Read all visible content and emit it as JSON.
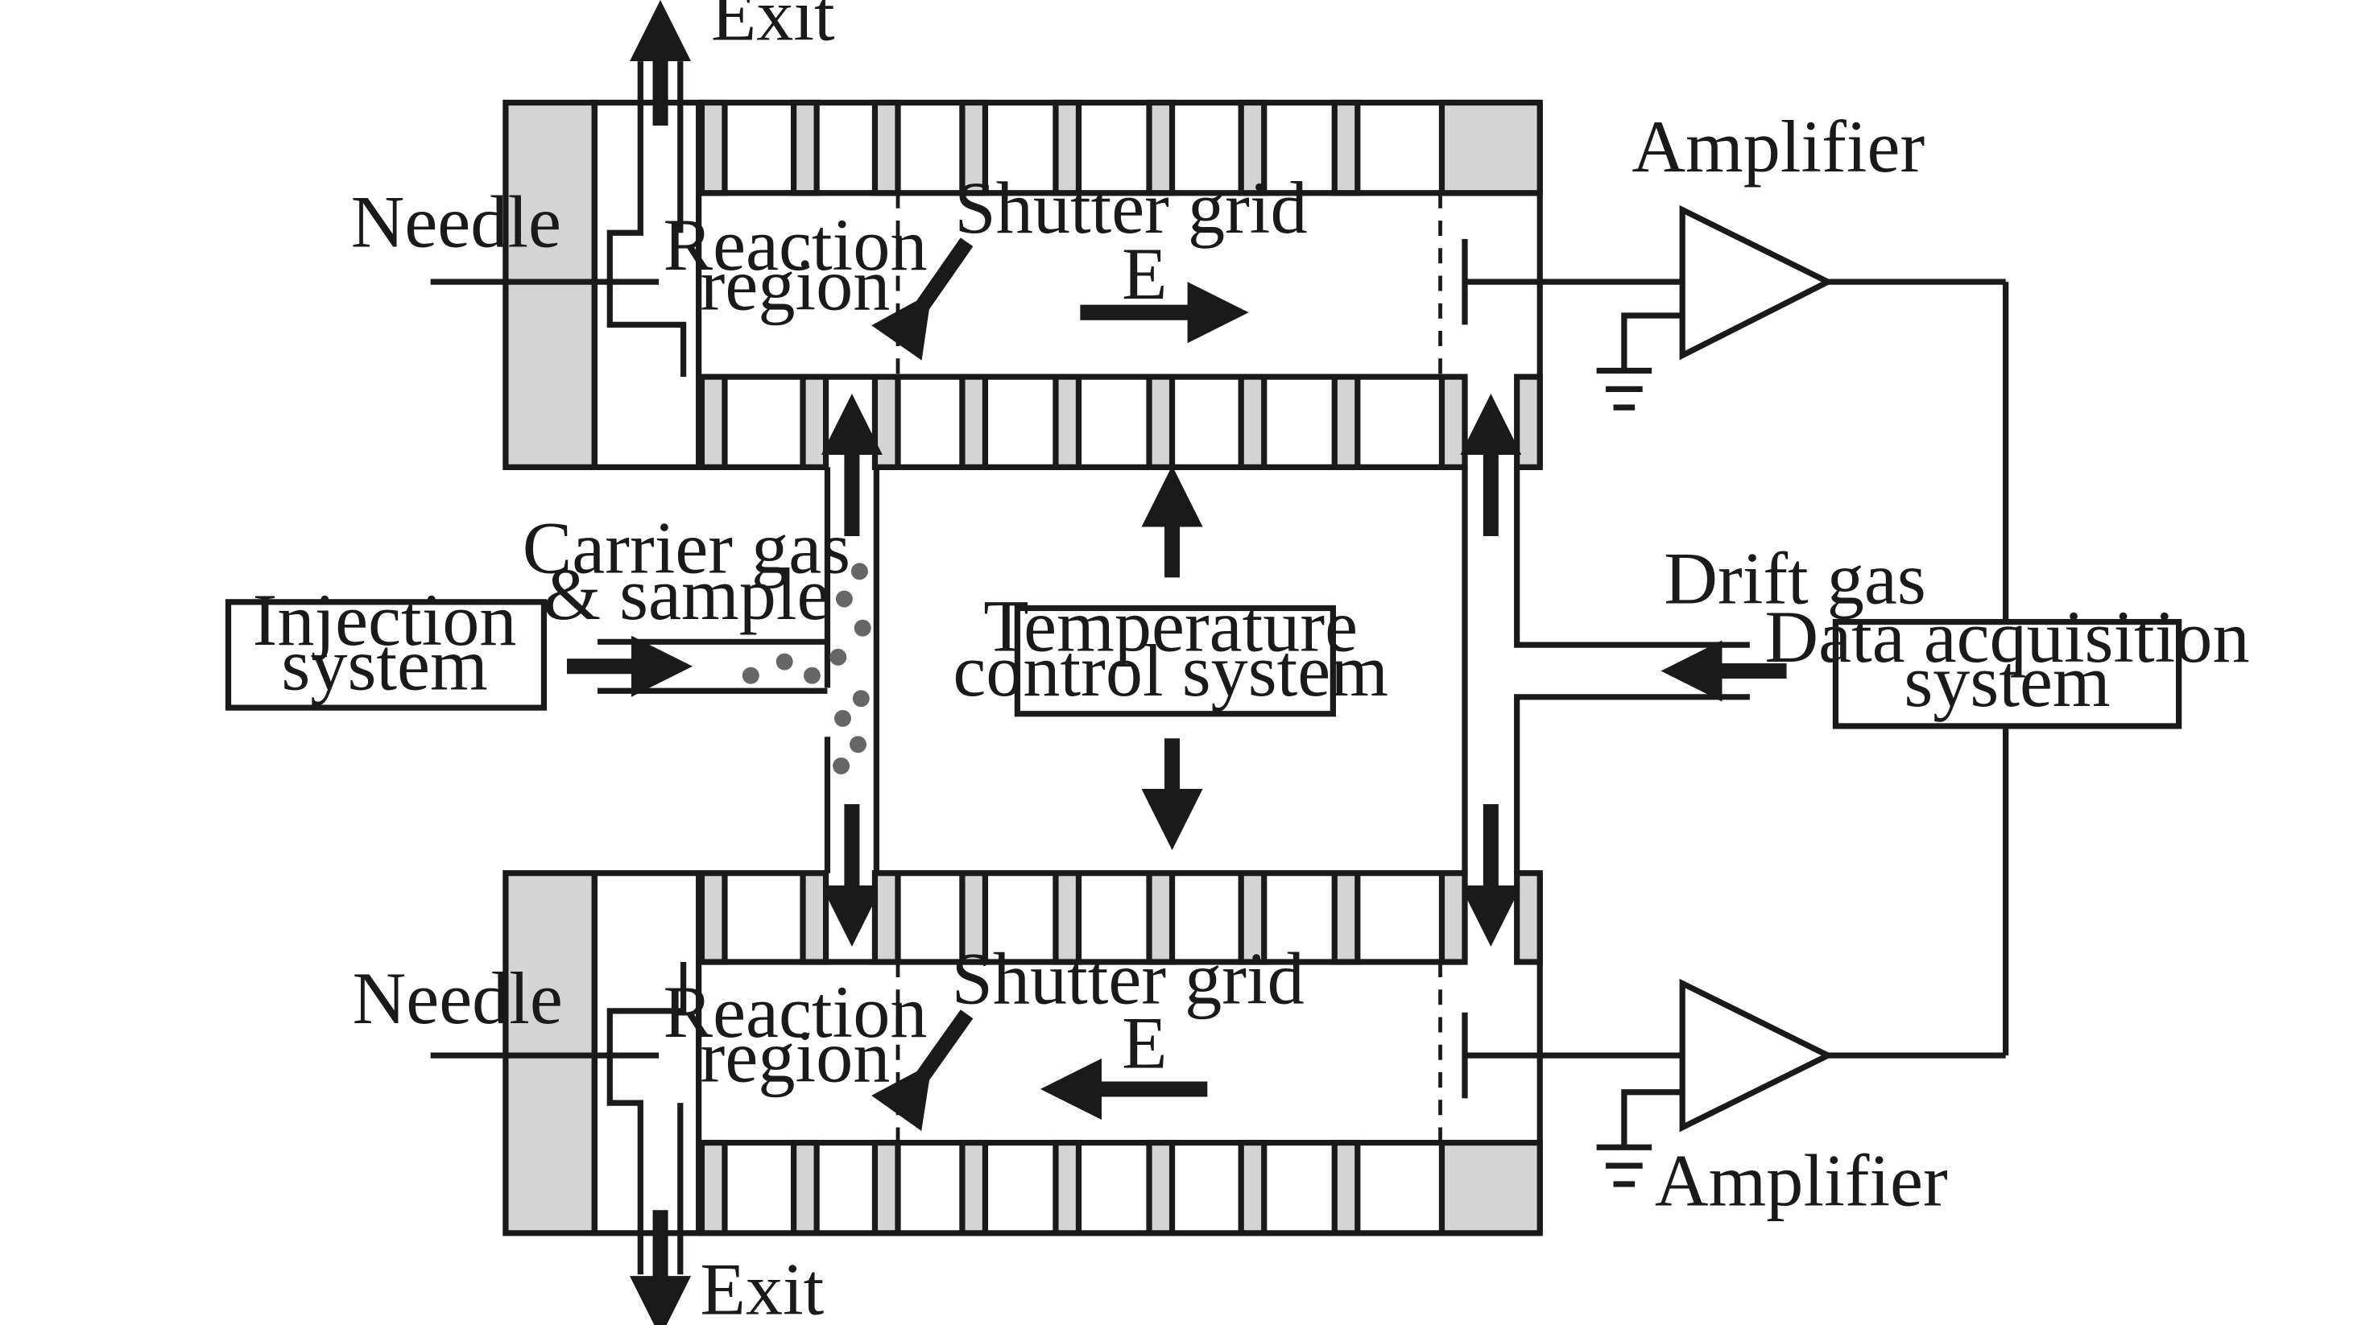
{
  "labels": {
    "exit_top": "Exit",
    "exit_bottom": "Exit",
    "needle_top": "Needle",
    "needle_bottom": "Needle",
    "reaction_top_1": "Reaction",
    "reaction_top_2": "region",
    "reaction_bottom_1": "Reaction",
    "reaction_bottom_2": "region",
    "shutter_top": "Shutter grid",
    "shutter_bottom": "Shutter grid",
    "field_top": "E",
    "field_bottom": "E",
    "amplifier_top": "Amplifier",
    "amplifier_bottom": "Amplifier",
    "carrier_1": "Carrier gas",
    "carrier_2": "& sample",
    "drift_gas": "Drift gas",
    "injection_1": "Injection",
    "injection_2": "system",
    "temperature_1": "Temperature",
    "temperature_2": "control system",
    "daq_1": "Data acquisition",
    "daq_2": "system"
  },
  "colors": {
    "ink": "#1a1a1a",
    "electrode_fill": "#d4d4d4",
    "sample_dot": "#666666",
    "background": "#ffffff"
  }
}
